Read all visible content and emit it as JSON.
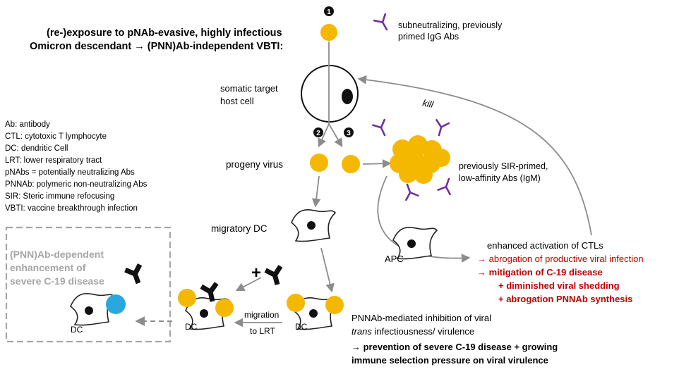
{
  "steps": {
    "one": "1",
    "two": "2",
    "three": "3"
  },
  "header": {
    "line1": "(re-)exposure to pNAb-evasive, highly infectious",
    "line2": "Omicron descendant → (PNN)Ab-independent VBTI:"
  },
  "igg_note": {
    "line1": "subneutralizing, previously",
    "line2": "primed IgG Abs"
  },
  "host_cell": {
    "line1": "somatic target",
    "line2": "host cell"
  },
  "kill": "kill",
  "legend": [
    "Ab: antibody",
    "CTL: cytotoxic T lymphocyte",
    "DC: dendritic Cell",
    "LRT: lower respiratory tract",
    "pNAbs  = potentially neutralizing Abs",
    "PNNAb: polymeric non-neutralizing Abs",
    "SIR: Steric immune refocusing",
    "VBTI: vaccine breakthrough infection"
  ],
  "progeny": "progeny virus",
  "igm_note": {
    "line1": "previously SIR-primed,",
    "line2": "low-affinity Abs (IgM)"
  },
  "migratory_dc": "migratory DC",
  "apc": "APC",
  "ctl": {
    "line1": "enhanced activation of CTLs",
    "line2": "→ abrogation of productive viral infection",
    "line3": "→ mitigation of C-19 disease",
    "line4": "+ diminished viral shedding",
    "line5": "+ abrogation PNNAb synthesis"
  },
  "ade_box": {
    "line1": "(PNN)Ab-dependent",
    "line2": "enhancement of",
    "line3": "severe C-19 disease"
  },
  "plus": "+",
  "dc_label": "DC",
  "migration": {
    "line1": "migration",
    "line2": "to LRT"
  },
  "inhibition": {
    "line1": "PNNAb-mediated inhibition of viral",
    "line2_italic": "trans",
    "line2_rest": " infectiousness/ virulence",
    "line3": "→ prevention of severe C-19 disease + growing",
    "line4": "immune selection pressure on viral virulence"
  },
  "colors": {
    "virus": "#f5b800",
    "bound_virus": "#29a8e0",
    "antibody_purple": "#7030a0",
    "arrow_grey": "#8c8c8c",
    "highlight_red": "#c00000",
    "faded_grey": "#a6a6a6"
  },
  "icons": [
    "virus-particle",
    "igg-antibody",
    "igm-antibody",
    "host-cell",
    "dendritic-cell",
    "antibody-black"
  ]
}
